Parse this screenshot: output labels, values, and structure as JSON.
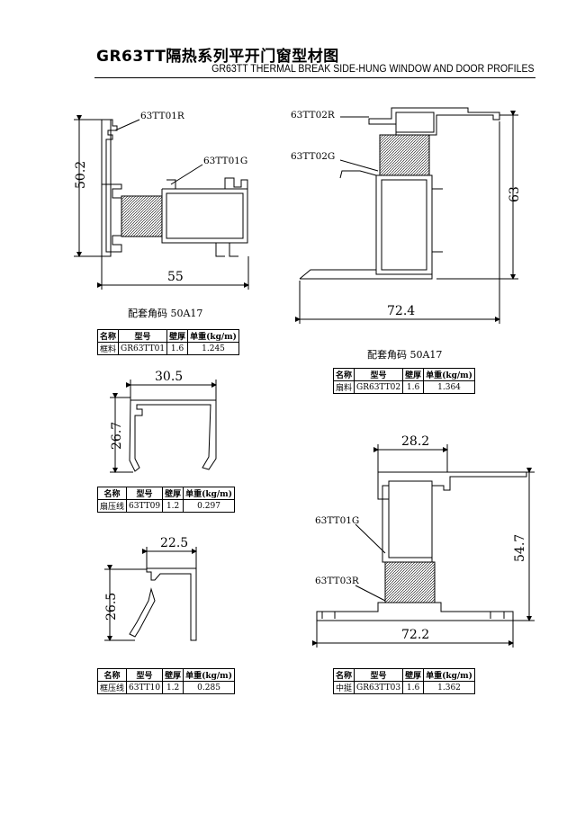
{
  "header": {
    "title": "GR63TT隔热系列平开门窗型材图",
    "subtitle": "GR63TT THERMAL BREAK SIDE-HUNG WINDOW AND DOOR PROFILES"
  },
  "profiles": {
    "frame": {
      "labels": [
        "63TT01R",
        "63TT01G"
      ],
      "dims": {
        "height": "50.2",
        "width": "55"
      }
    },
    "sash": {
      "labels": [
        "63TT02R",
        "63TT02G"
      ],
      "dims": {
        "height": "63",
        "width": "72.4"
      }
    },
    "sash_bead": {
      "dims": {
        "width": "30.5",
        "height": "26.7"
      }
    },
    "frame_bead": {
      "dims": {
        "width": "22.5",
        "height": "26.5"
      }
    },
    "mullion": {
      "labels": [
        "63TT01G",
        "63TT03R"
      ],
      "dims": {
        "top_width": "28.2",
        "height": "54.7",
        "width": "72.2"
      }
    }
  },
  "captions": {
    "frame_corner": "配套角码 50A17",
    "sash_corner": "配套角码 50A17"
  },
  "table_headers": [
    "名称",
    "型号",
    "壁厚",
    "单重(kg/m)"
  ],
  "tables": {
    "frame": [
      "框料",
      "GR63TT01",
      "1.6",
      "1.245"
    ],
    "sash": [
      "扇料",
      "GR63TT02",
      "1.6",
      "1.364"
    ],
    "sash_bead": [
      "扇压线",
      "63TT09",
      "1.2",
      "0.297"
    ],
    "frame_bead": [
      "框压线",
      "63TT10",
      "1.2",
      "0.285"
    ],
    "mullion": [
      "中挺",
      "GR63TT03",
      "1.6",
      "1.362"
    ]
  }
}
